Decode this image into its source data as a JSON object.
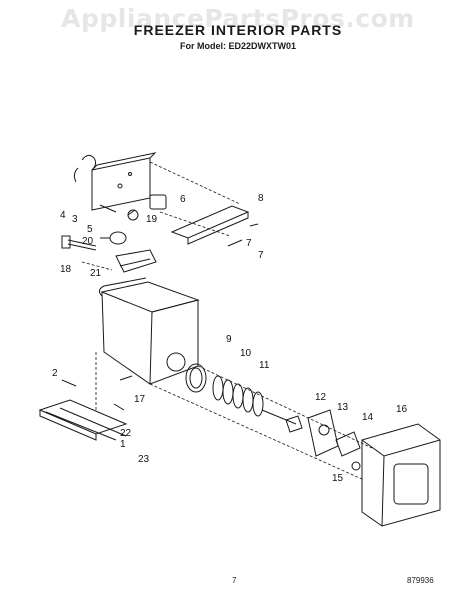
{
  "watermark": "AppliancePartsPros.com",
  "title": "FREEZER INTERIOR PARTS",
  "model_line": "For Model: ED22DWXTW01",
  "callouts": [
    "1",
    "2",
    "3",
    "4",
    "5",
    "6",
    "7",
    "8",
    "9",
    "10",
    "11",
    "12",
    "13",
    "14",
    "15",
    "16",
    "17",
    "19",
    "20",
    "21",
    "22",
    "23",
    "18",
    "7"
  ],
  "footer": {
    "page": "7",
    "code": "879936"
  }
}
